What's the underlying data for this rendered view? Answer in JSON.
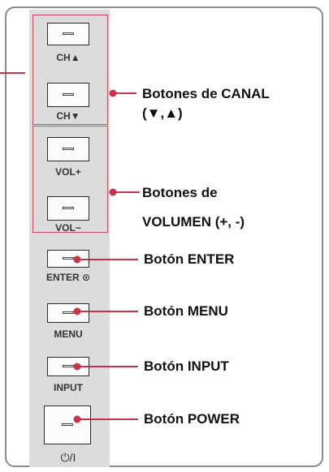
{
  "panel_buttons": {
    "ch_up": "CH▲",
    "ch_down": "CH▼",
    "vol_up": "VOL+",
    "vol_down": "VOL−",
    "enter": "ENTER ⊙",
    "menu": "MENU",
    "input": "INPUT",
    "power": "⏻/I"
  },
  "callouts": {
    "channel_line1": "Botones de CANAL",
    "channel_line2": "(▼,▲)",
    "volume_line1": "Botones de",
    "volume_line2": "VOLUMEN  (+, -)",
    "enter": "Botón ENTER",
    "menu": "Botón MENU",
    "input": "Botón INPUT",
    "power": "Botón POWER"
  },
  "colors": {
    "accent_red": "#c8324b",
    "panel_gray": "#dcdcdc"
  }
}
